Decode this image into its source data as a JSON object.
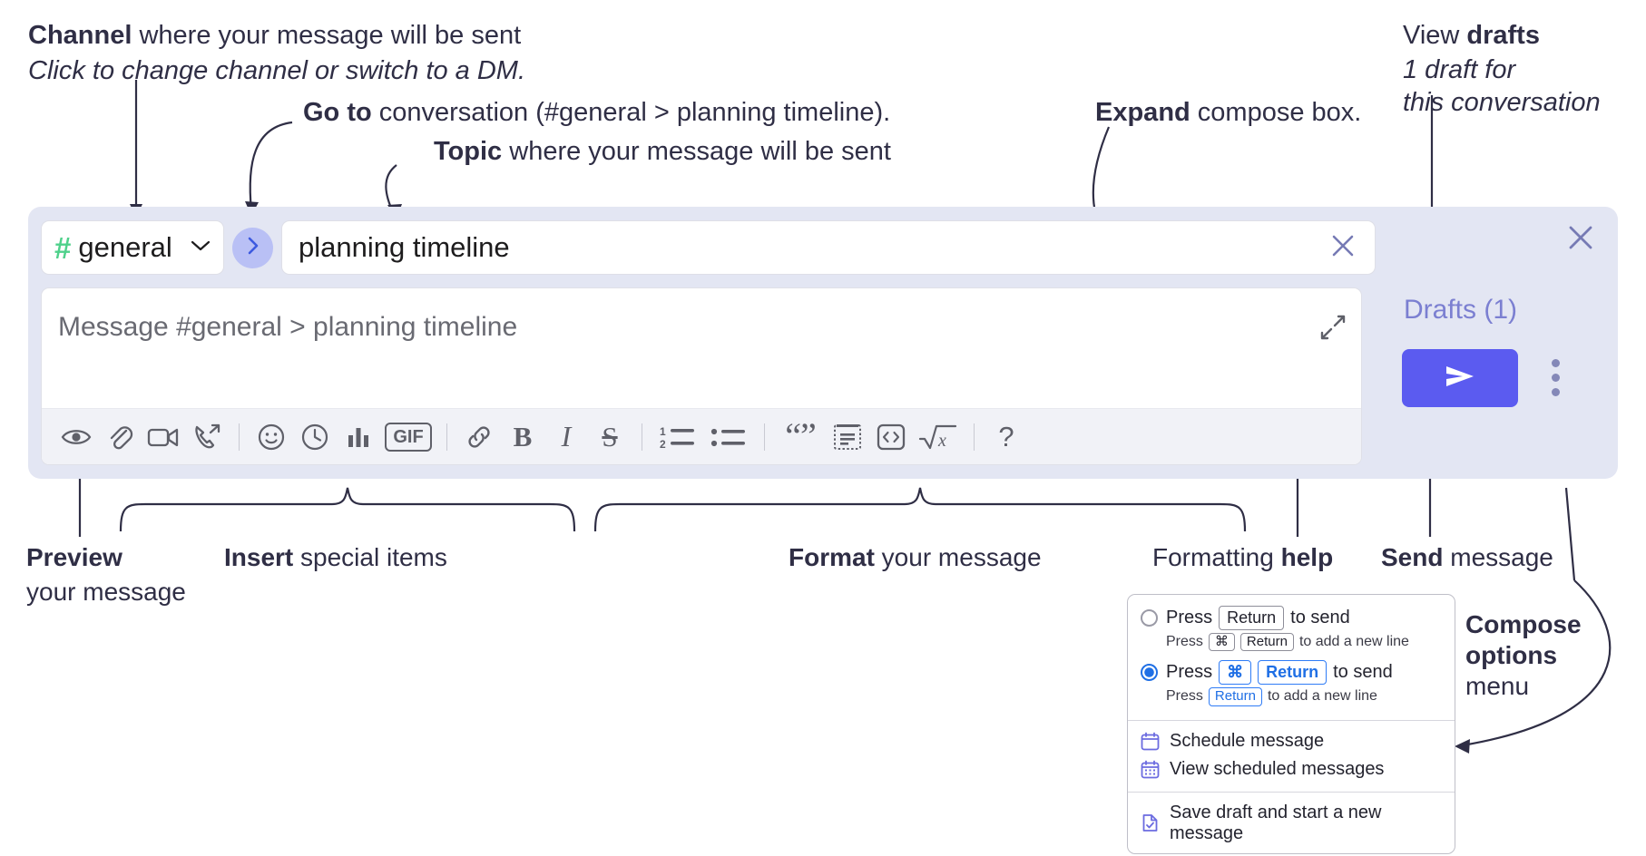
{
  "annotations": {
    "channel": {
      "bold": "Channel",
      "rest": " where your message will be sent",
      "italic": "Click to change channel or switch to a DM."
    },
    "goto": {
      "bold": "Go to",
      "rest": " conversation (#general > planning timeline)."
    },
    "topic": {
      "bold": "Topic",
      "rest": " where your message will be sent"
    },
    "expand": {
      "bold": "Expand",
      "rest": " compose box."
    },
    "drafts": {
      "lead": "View ",
      "bold": "drafts",
      "italic1": "1 draft for",
      "italic2": "this conversation"
    },
    "preview": {
      "bold": "Preview",
      "rest": "your message"
    },
    "insert": {
      "bold": "Insert",
      "rest": " special items"
    },
    "format": {
      "bold": "Format",
      "rest": " your message"
    },
    "help": {
      "lead": "Formatting ",
      "bold": "help"
    },
    "send": {
      "bold": "Send",
      "rest": " message"
    },
    "compose_options": {
      "bold1": "Compose",
      "bold2": "options",
      "rest": "menu"
    }
  },
  "compose": {
    "channel": {
      "hash": "#",
      "name": "general",
      "chevron_icon": "chevron-down-icon"
    },
    "goto_icon": "chevron-right-icon",
    "topic": {
      "value": "planning timeline",
      "clear_icon": "close-icon"
    },
    "editor": {
      "placeholder": "Message #general > planning timeline",
      "expand_icon": "expand-icon"
    },
    "toolbar": [
      {
        "name": "preview-button",
        "icon": "eye-icon"
      },
      {
        "name": "attach-button",
        "icon": "paperclip-icon"
      },
      {
        "name": "video-button",
        "icon": "video-camera-icon"
      },
      {
        "name": "huddle-button",
        "icon": "phone-arrow-icon"
      },
      {
        "name": "emoji-button",
        "icon": "smiley-icon"
      },
      {
        "name": "reminder-button",
        "icon": "clock-icon"
      },
      {
        "name": "poll-button",
        "icon": "bar-chart-icon"
      },
      {
        "name": "gif-button",
        "icon": "gif-icon",
        "label": "GIF"
      },
      {
        "name": "link-button",
        "icon": "link-icon"
      },
      {
        "name": "bold-button",
        "icon": "bold-icon",
        "label": "B"
      },
      {
        "name": "italic-button",
        "icon": "italic-icon",
        "label": "I"
      },
      {
        "name": "strikethrough-button",
        "icon": "strikethrough-icon",
        "label": "S"
      },
      {
        "name": "ordered-list-button",
        "icon": "ordered-list-icon"
      },
      {
        "name": "bulleted-list-button",
        "icon": "bulleted-list-icon"
      },
      {
        "name": "blockquote-button",
        "icon": "blockquote-icon"
      },
      {
        "name": "code-block-button",
        "icon": "code-block-icon"
      },
      {
        "name": "code-button",
        "icon": "code-inline-icon"
      },
      {
        "name": "math-button",
        "icon": "math-sqrt-icon"
      },
      {
        "name": "formatting-help-button",
        "icon": "question-mark-icon",
        "label": "?"
      }
    ],
    "rail": {
      "close_icon": "close-icon",
      "drafts_label": "Drafts (1)",
      "send_icon": "send-paper-plane-icon",
      "overflow_icon": "kebab-menu-icon"
    }
  },
  "options_menu": {
    "send_modes": [
      {
        "selected": false,
        "main": [
          {
            "t": "text",
            "v": "Press"
          },
          {
            "t": "key",
            "v": "Return"
          },
          {
            "t": "text",
            "v": "to send"
          }
        ],
        "sub": [
          {
            "t": "text",
            "v": "Press"
          },
          {
            "t": "key",
            "v": "⌘"
          },
          {
            "t": "key",
            "v": "Return"
          },
          {
            "t": "text",
            "v": "to add a new line"
          }
        ]
      },
      {
        "selected": true,
        "main": [
          {
            "t": "text",
            "v": "Press"
          },
          {
            "t": "keyblue",
            "v": "⌘"
          },
          {
            "t": "keyblue",
            "v": "Return"
          },
          {
            "t": "text",
            "v": "to send"
          }
        ],
        "sub": [
          {
            "t": "text",
            "v": "Press"
          },
          {
            "t": "keyblue",
            "v": "Return"
          },
          {
            "t": "text",
            "v": "to add a new line"
          }
        ]
      }
    ],
    "items": [
      {
        "icon": "calendar-icon",
        "label": "Schedule message"
      },
      {
        "icon": "calendar-grid-icon",
        "label": "View scheduled messages"
      },
      {
        "icon": "document-check-icon",
        "label": "Save draft and start a new message"
      }
    ]
  },
  "colors": {
    "panel": "#e3e6f3",
    "send": "#5b5bf0",
    "hash_green": "#4fd18b",
    "goto_circle": "#b9c0f5",
    "drafts_text": "#7b7fd1",
    "accent_blue": "#1f6fe5",
    "menu_icon_purple": "#6b6be0"
  }
}
